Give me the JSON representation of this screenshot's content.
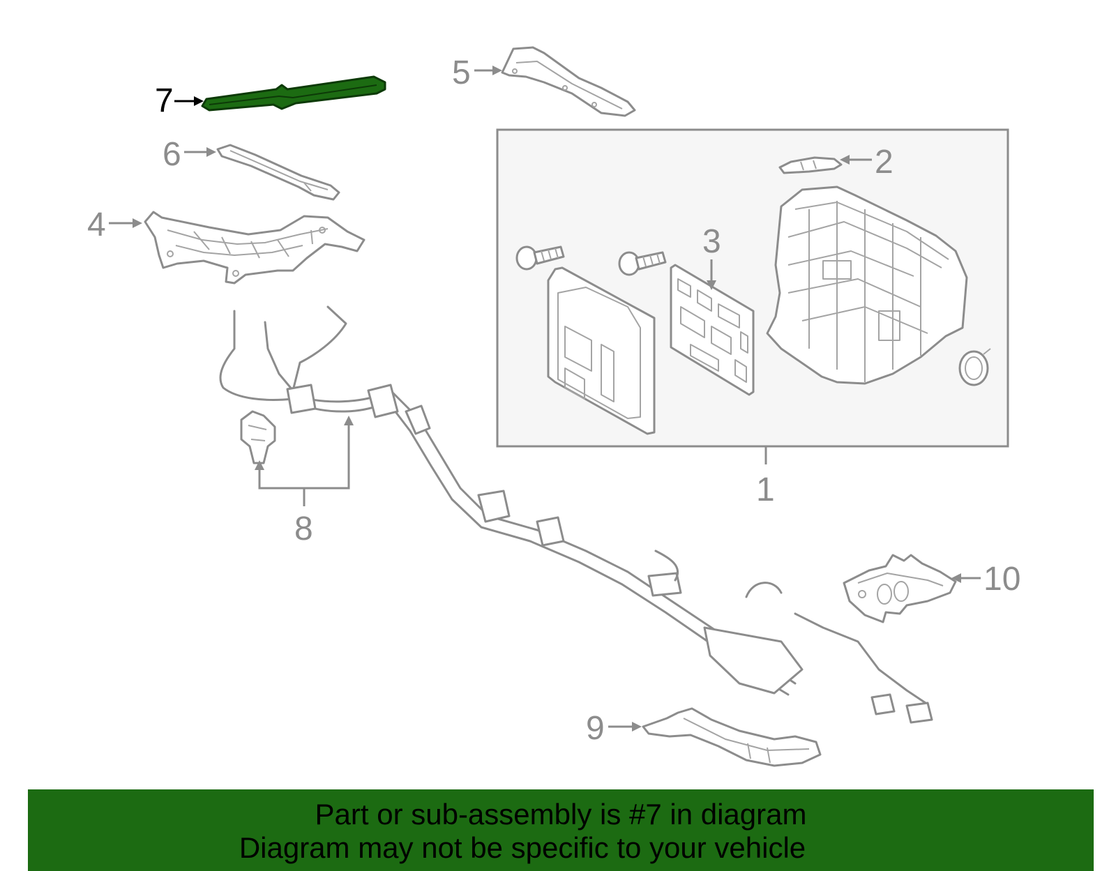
{
  "diagram": {
    "highlight_color": "#1c6b12",
    "line_color": "#8c8c8c",
    "highlighted_part": "7",
    "callouts": {
      "c1": "1",
      "c2": "2",
      "c3": "3",
      "c4": "4",
      "c5": "5",
      "c6": "6",
      "c7": "7",
      "c8": "8",
      "c9": "9",
      "c10": "10"
    }
  },
  "banner": {
    "line1": "Part or sub-assembly is #7 in diagram",
    "line2": "Diagram may not be specific to your vehicle",
    "background": "#1c6b12"
  }
}
